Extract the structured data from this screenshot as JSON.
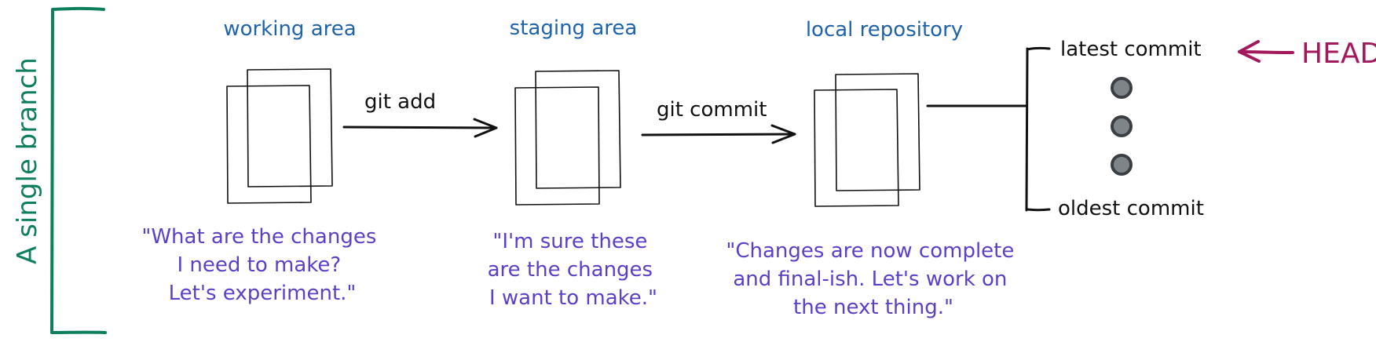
{
  "diagram": {
    "branch_label": "A single branch",
    "stages": [
      {
        "title": "working area",
        "quote": [
          "\"What are the changes",
          "I need to make?",
          "Let's experiment.\""
        ]
      },
      {
        "title": "staging area",
        "quote": [
          "\"I'm sure these",
          "are the changes",
          "I want to make.\""
        ]
      },
      {
        "title": "local repository",
        "quote": [
          "\"Changes are now complete",
          "and final-ish. Let's work on",
          "the next thing.\""
        ]
      }
    ],
    "commands": [
      "git add",
      "git commit"
    ],
    "commits": {
      "latest": "latest commit",
      "oldest": "oldest commit"
    },
    "head_label": "HEAD"
  },
  "colors": {
    "title": "#1f63aa",
    "quote": "#5b3fc8",
    "branch": "#0d7f5c",
    "head": "#a3195b",
    "ink": "#111111",
    "dot_fill": "#7d8589",
    "dot_stroke": "#3b3f44"
  }
}
